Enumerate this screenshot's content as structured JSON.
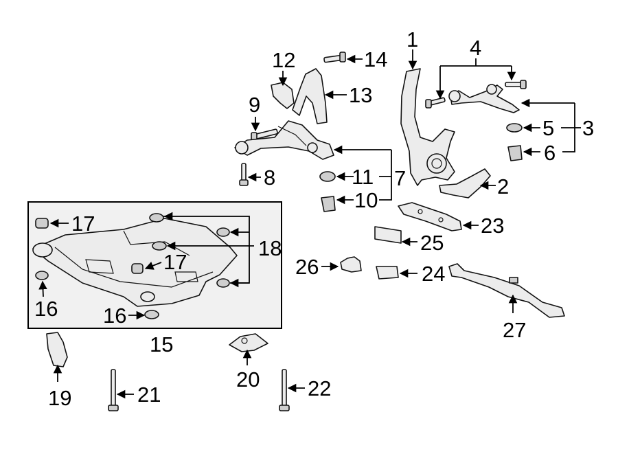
{
  "callouts": {
    "c1": "1",
    "c2": "2",
    "c3": "3",
    "c4": "4",
    "c5": "5",
    "c6": "6",
    "c7": "7",
    "c8": "8",
    "c9": "9",
    "c10": "10",
    "c11": "11",
    "c12": "12",
    "c13": "13",
    "c14": "14",
    "c15": "15",
    "c16a": "16",
    "c16b": "16",
    "c17a": "17",
    "c17b": "17",
    "c18": "18",
    "c19": "19",
    "c20": "20",
    "c21": "21",
    "c22": "22",
    "c23": "23",
    "c24": "24",
    "c25": "25",
    "c26": "26",
    "c27": "27"
  },
  "colors": {
    "line": "#000000",
    "part_fill": "#ececec",
    "box_fill": "#f1f1f1"
  }
}
